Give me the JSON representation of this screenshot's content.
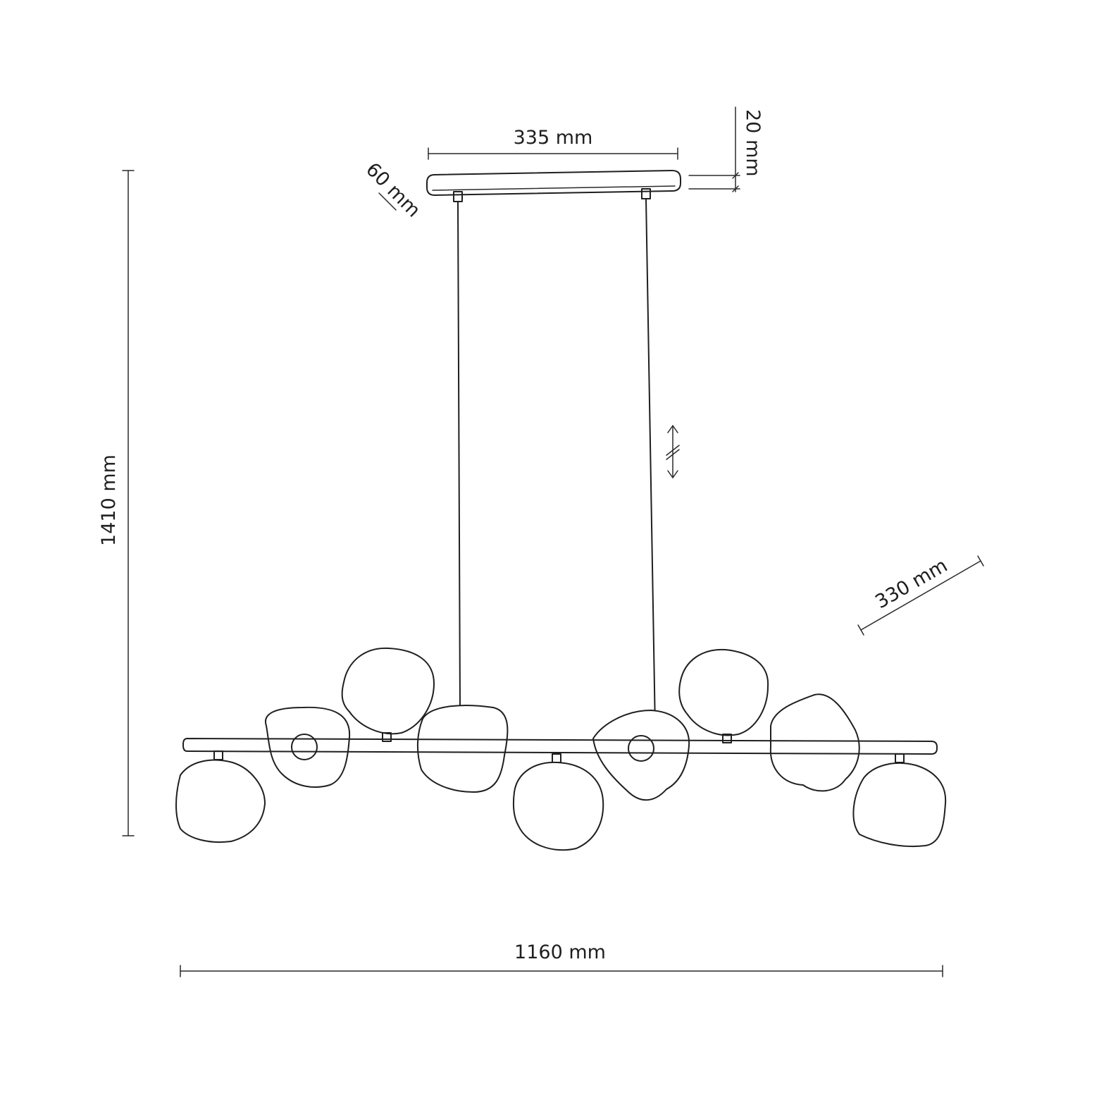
{
  "dimensions": {
    "canopy_length": "335 mm",
    "canopy_height": "20 mm",
    "canopy_depth": "60 mm",
    "total_height": "1410 mm",
    "shade_depth": "330 mm",
    "total_width": "1160 mm"
  },
  "colors": {
    "line": "#1f1f1f",
    "background": "#ffffff"
  },
  "icons": {
    "adjustable_cable": "double-arrow-cut-icon"
  }
}
